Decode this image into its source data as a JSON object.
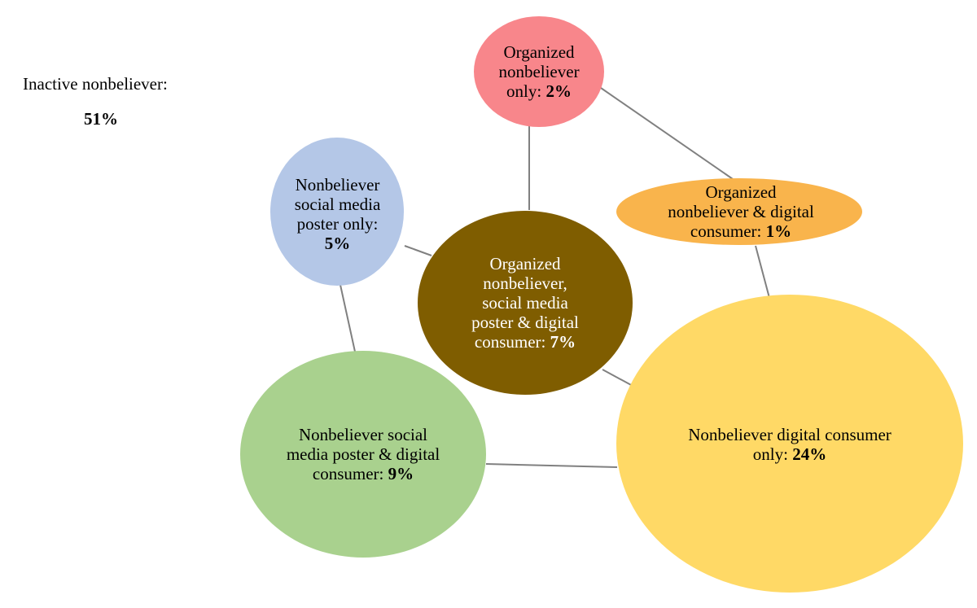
{
  "inactive": {
    "label": "Inactive nonbeliever:",
    "value": "51%"
  },
  "colors": {
    "edge": "#808080",
    "organized_only": "#f8868b",
    "social_only": "#b4c7e7",
    "organized_digital": "#f9b44c",
    "all_three": "#7f5d00",
    "social_digital": "#a9d18e",
    "digital_only": "#ffd966"
  },
  "nodes": {
    "organized_only": {
      "lines": [
        "Organized",
        "nonbeliever",
        "only: "
      ],
      "value": "2%"
    },
    "social_only": {
      "lines": [
        "Nonbeliever",
        "social media",
        "poster only:"
      ],
      "value": "5%"
    },
    "organized_digital": {
      "lines": [
        "Organized",
        "nonbeliever & digital",
        "consumer: "
      ],
      "value": "1%"
    },
    "all_three": {
      "lines": [
        "Organized",
        "nonbeliever,",
        "social media",
        "poster & digital",
        "consumer: "
      ],
      "value": "7%"
    },
    "social_digital": {
      "lines": [
        "Nonbeliever social",
        "media poster & digital",
        "consumer: "
      ],
      "value": "9%"
    },
    "digital_only": {
      "lines": [
        "Nonbeliever digital consumer",
        "only: "
      ],
      "value": "24%"
    }
  }
}
